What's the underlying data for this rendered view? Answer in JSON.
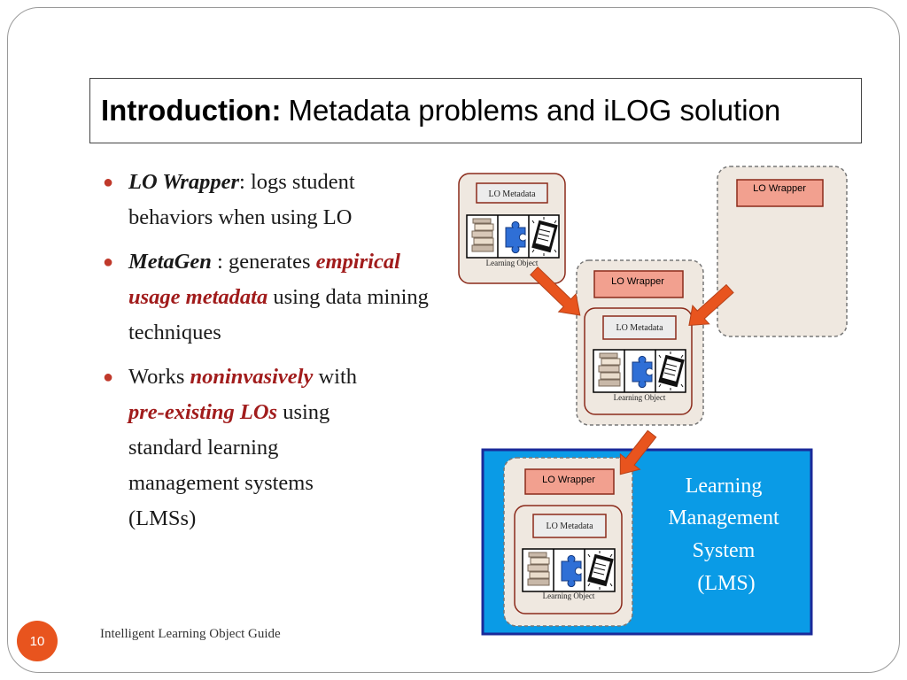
{
  "title": {
    "bold": "Introduction:",
    "rest": "Metadata problems and iLOG solution"
  },
  "bullets": [
    {
      "term": "LO Wrapper",
      "rest1": ": logs student behaviors when using LO"
    },
    {
      "term": "MetaGen",
      "rest1": " : generates ",
      "red": "empirical usage metadata",
      "rest2": " using data mining techniques"
    },
    {
      "pre": "Works ",
      "red1": "noninvasively",
      "mid": " with ",
      "red2": "pre-existing LOs",
      "rest": " using standard learning management systems (LMSs)"
    }
  ],
  "diagram": {
    "lo_metadata_label": "LO Metadata",
    "learning_object_label": "Learning Object",
    "lo_wrapper_label": "LO Wrapper",
    "lms_label_lines": [
      "Learning",
      "Management",
      "System",
      "(LMS)"
    ]
  },
  "colors": {
    "accent_red": "#a11c1c",
    "arrow_orange": "#e8541e",
    "lms_blue": "#0a9be6",
    "wrapper_fill": "#f2a08f",
    "card_beige": "#efe8e0"
  },
  "footer": {
    "text": "Intelligent Learning Object Guide",
    "page_number": "10"
  }
}
